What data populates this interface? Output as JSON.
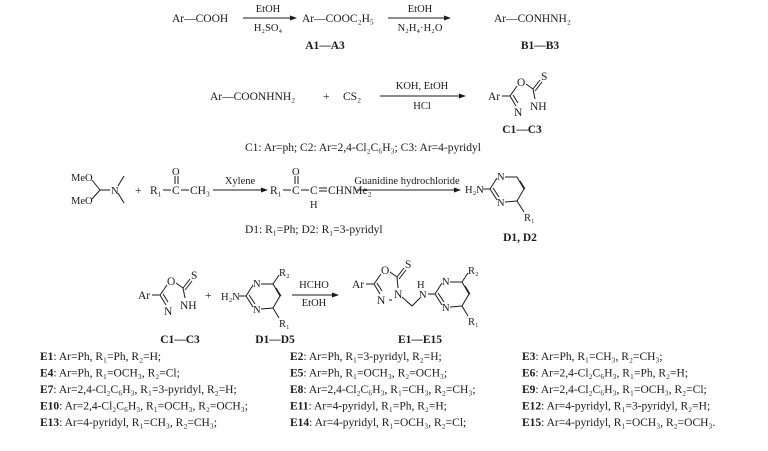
{
  "scheme1": {
    "start": "Ar—COOH",
    "arrow1_top": "EtOH",
    "arrow1_bottom": "H₂SO₄",
    "ester": "Ar—COOC₂H₅",
    "ester_label": "A1—A3",
    "arrow2_top": "EtOH",
    "arrow2_bottom": "N₂H₄·H₂O",
    "hydrazide": "Ar—CONHNH₂",
    "hydrazide_label": "B1—B3"
  },
  "scheme2": {
    "reactant": "Ar—COONHNH₂",
    "plus": "+",
    "cs2": "CS₂",
    "arrow_top": "KOH, EtOH",
    "arrow_bottom": "HCl",
    "ring": {
      "ar": "Ar",
      "o": "O",
      "s": "S",
      "nh": "NH",
      "n": "N"
    },
    "product_label": "C1—C3",
    "caption": "C1: Ar=ph; C2: Ar=2,4-Cl₂C₆H₃; C3: Ar=4-pyridyl"
  },
  "scheme3": {
    "meo1": "MeO",
    "meo2": "MeO",
    "n": "N",
    "plus": "+",
    "ketone_r1": "R₁",
    "ketone_c": "C",
    "ketone_o": "O",
    "ketone_ch3": "CH₃",
    "arrow1_top": "Xylene",
    "enaminone_r1": "R₁",
    "enaminone_c": "C",
    "enaminone_o": "O",
    "enaminone_c2": "C",
    "enaminone_h": "H",
    "enaminone_rest": "CHNMe₂",
    "arrow2_top": "Guanidine hydrochloride",
    "caption": "D1: R₁=Ph; D2: R₁=3-pyridyl",
    "pyrimidine": {
      "h2n": "H₂N",
      "n1": "N",
      "n3": "N",
      "r1": "R₁"
    },
    "product_label": "D1, D2"
  },
  "scheme4": {
    "ring": {
      "ar": "Ar",
      "o": "O",
      "s": "S",
      "nh": "NH",
      "n": "N"
    },
    "plus": "+",
    "pyrimidine": {
      "h2n": "H₂N",
      "n1": "N",
      "n3": "N",
      "r1": "R₁",
      "r2": "R₂"
    },
    "arrow_top": "HCHO",
    "arrow_bottom": "EtOH",
    "product": {
      "ar": "Ar",
      "o": "O",
      "s": "S",
      "n": "N",
      "n3": "N",
      "h": "H",
      "nh": "N",
      "pn1": "N",
      "pn3": "N",
      "r1": "R₁",
      "r2": "R₂"
    },
    "label_c": "C1—C3",
    "label_d": "D1—D5",
    "label_e": "E1—E15"
  },
  "compounds": [
    {
      "id": "E1",
      "desc": ": Ar=Ph, R₁=Ph, R₂=H;"
    },
    {
      "id": "E2",
      "desc": ": Ar=Ph, R₁=3-pyridyl, R₂=H;"
    },
    {
      "id": "E3",
      "desc": ": Ar=Ph, R₁=CH₃, R₂=CH₃;"
    },
    {
      "id": "E4",
      "desc": ": Ar=Ph, R₁=OCH₃, R₂=Cl;"
    },
    {
      "id": "E5",
      "desc": ": Ar=Ph, R₁=OCH₃, R₂=OCH₃;"
    },
    {
      "id": "E6",
      "desc": ": Ar=2,4-Cl₂C₆H₃, R₁=Ph, R₂=H;"
    },
    {
      "id": "E7",
      "desc": ": Ar=2,4-Cl₂C₆H₃, R₁=3-pyridyl, R₂=H;"
    },
    {
      "id": "E8",
      "desc": ": Ar=2,4-Cl₂C₆H₃, R₁=CH₃, R₂=CH₃;"
    },
    {
      "id": "E9",
      "desc": ": Ar=2,4-Cl₂C₆H₃, R₁=OCH₃, R₂=Cl;"
    },
    {
      "id": "E10",
      "desc": ": Ar=2,4-Cl₂C₆H₃, R₁=OCH₃, R₂=OCH₃;"
    },
    {
      "id": "E11",
      "desc": ": Ar=4-pyridyl, R₁=Ph, R₂=H;"
    },
    {
      "id": "E12",
      "desc": ": Ar=4-pyridyl, R₁=3-pyridyl, R₂=H;"
    },
    {
      "id": "E13",
      "desc": ": Ar=4-pyridyl, R₁=CH₃, R₂=CH₃;"
    },
    {
      "id": "E14",
      "desc": ": Ar=4-pyridyl, R₁=OCH₃, R₂=Cl;"
    },
    {
      "id": "E15",
      "desc": ": Ar=4-pyridyl, R₁=OCH₃, R₂=OCH₃."
    }
  ]
}
